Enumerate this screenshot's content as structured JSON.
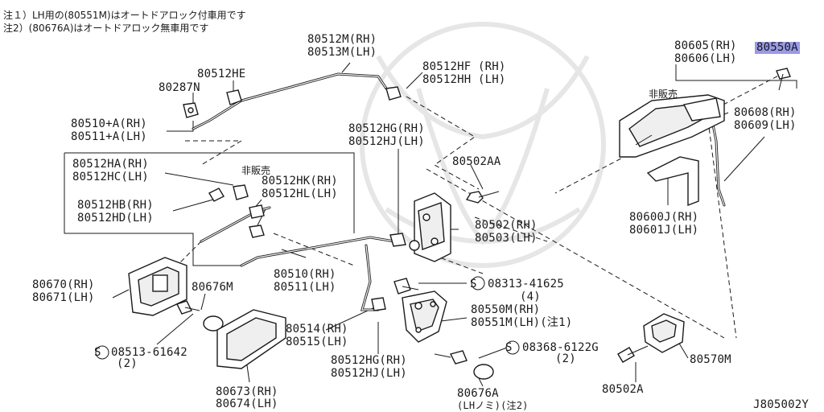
{
  "notes": {
    "note1": "注１）LH用の(80551M)はオートドアロック付車用です",
    "note2": "注2）(80676A)はオートドアロック無車用です"
  },
  "labels": {
    "l80512M": "80512M(RH)",
    "l80513M": "80513M(LH)",
    "l80512HE": "80512HE",
    "l80287N": "80287N",
    "l80512HF": "80512HF (RH)",
    "l80512HH": "80512HH (LH)",
    "l80510A": "80510+A(RH)",
    "l80511A": "80511+A(LH)",
    "l80512HG_a": "80512HG(RH)",
    "l80512HJ_a": "80512HJ(LH)",
    "l80502AA": "80502AA",
    "l80512HA": "80512HA(RH)",
    "l80512HC": "80512HC(LH)",
    "hihanbai1": "非販売",
    "l80512HK": "80512HK(RH)",
    "l80512HL": "80512HL(LH)",
    "l80512HB": "80512HB(RH)",
    "l80512HD": "80512HD(LH)",
    "l80502": "80502(RH)",
    "l80503": "80503(LH)",
    "l80605": "80605(RH)",
    "l80550A": "80550A",
    "l80606": "80606(LH)",
    "hihanbai2": "非販売",
    "l80608": "80608(RH)",
    "l80609": "80609(LH)",
    "l80600J": "80600J(RH)",
    "l80601J": "80601J(LH)",
    "l80670": "80670(RH)",
    "l80671": "80671(LH)",
    "l80676M": "80676M",
    "l80510": "80510(RH)",
    "l80511": "80511(LH)",
    "l08313": "08313-41625",
    "l08313q": "(4)",
    "l80514": "80514(RH)",
    "l80515": "80515(LH)",
    "l80550M": "80550M(RH)",
    "l80551M": "80551M(LH)(注1)",
    "l08513": "08513-61642",
    "l08513q": "(2)",
    "l80512HG_b": "80512HG(RH)",
    "l80512HJ_b": "80512HJ(LH)",
    "l08368": "08368-6122G",
    "l08368q": "(2)",
    "l80570M": "80570M",
    "l80673": "80673(RH)",
    "l80674": "80674(LH)",
    "l80676A": "80676A",
    "l80676Aq": "(LHノミ)(注2)",
    "l80502A": "80502A",
    "diagram_code": "J805002Y",
    "s_symbol": "S"
  },
  "colors": {
    "highlight": "#9a9ae6",
    "ink": "#1a1a1a"
  }
}
